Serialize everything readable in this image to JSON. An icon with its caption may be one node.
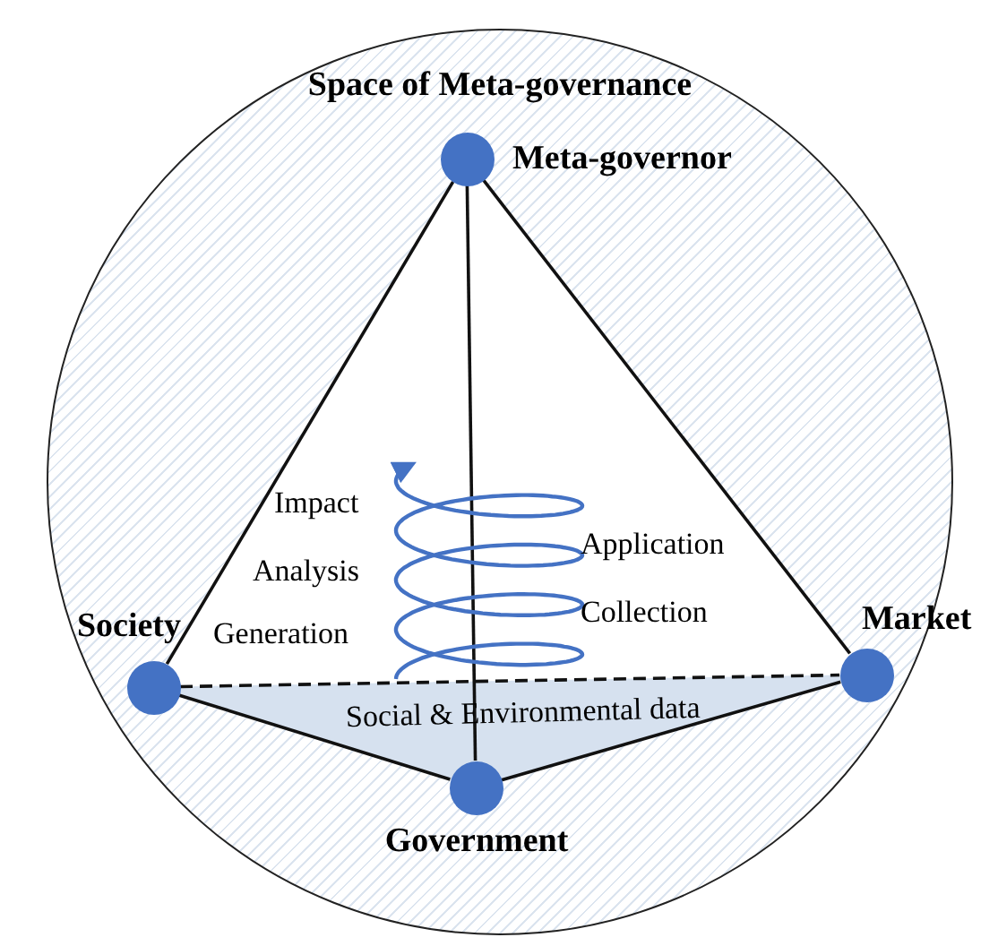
{
  "diagram": {
    "nodes": [
      {
        "text": [
          "Space of Meta-governance"
        ]
      },
      {
        "text": [
          "Meta-governor"
        ],
        "in": 0
      },
      {
        "text": [
          "Society"
        ],
        "in": 0
      },
      {
        "text": [
          "Market"
        ],
        "in": 0
      },
      {
        "text": [
          "Government"
        ],
        "in": 0
      }
    ],
    "edges": [
      {
        "from": 1,
        "to": 2,
        "arrow": "none"
      },
      {
        "from": 1,
        "to": 4,
        "arrow": "none"
      },
      {
        "from": 1,
        "to": 3,
        "arrow": "none"
      },
      {
        "from": 2,
        "to": 4,
        "arrow": "none"
      },
      {
        "from": 4,
        "to": 3,
        "arrow": "none"
      },
      {
        "from": 2,
        "to": 3,
        "arrow": "none",
        "style": "dashed"
      }
    ],
    "labels": [
      "Impact",
      "Application",
      "Analysis",
      "Collection",
      "Generation",
      "Social & Environmental data"
    ]
  }
}
